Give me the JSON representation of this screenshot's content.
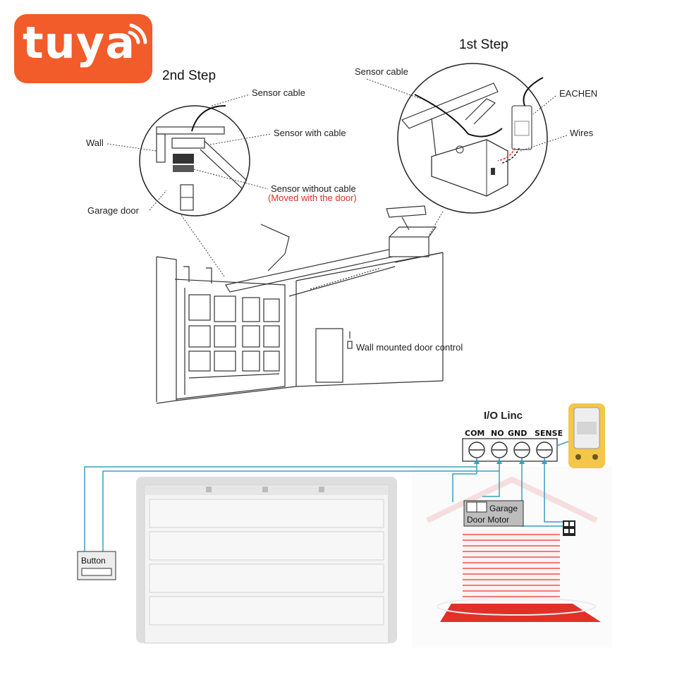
{
  "brand": {
    "logo_text": "tuya",
    "color": "#f25b2a"
  },
  "steps": {
    "step1": {
      "title": "1st Step",
      "labels": {
        "sensor_cable": "Sensor cable",
        "device": "EACHEN",
        "wires": "Wires"
      }
    },
    "step2": {
      "title": "2nd Step",
      "labels": {
        "sensor_cable": "Sensor cable",
        "wall": "Wall",
        "sensor_with_cable": "Sensor with cable",
        "garage_door": "Garage door",
        "sensor_without_cable": "Sensor without cable",
        "moved_note": "(Moved with the door)"
      }
    }
  },
  "garage": {
    "wall_control": "Wall mounted door control"
  },
  "wiring": {
    "title": "I/O Linc",
    "terminals": [
      "COM",
      "NO",
      "GND",
      "SENSE"
    ],
    "button_label": "Button",
    "motor_label_line1": "Garage",
    "motor_label_line2": "Door Motor"
  },
  "colors": {
    "wire": "#3a9fc2",
    "accent_red": "#e0302a",
    "laser_red": "#f07a78"
  }
}
